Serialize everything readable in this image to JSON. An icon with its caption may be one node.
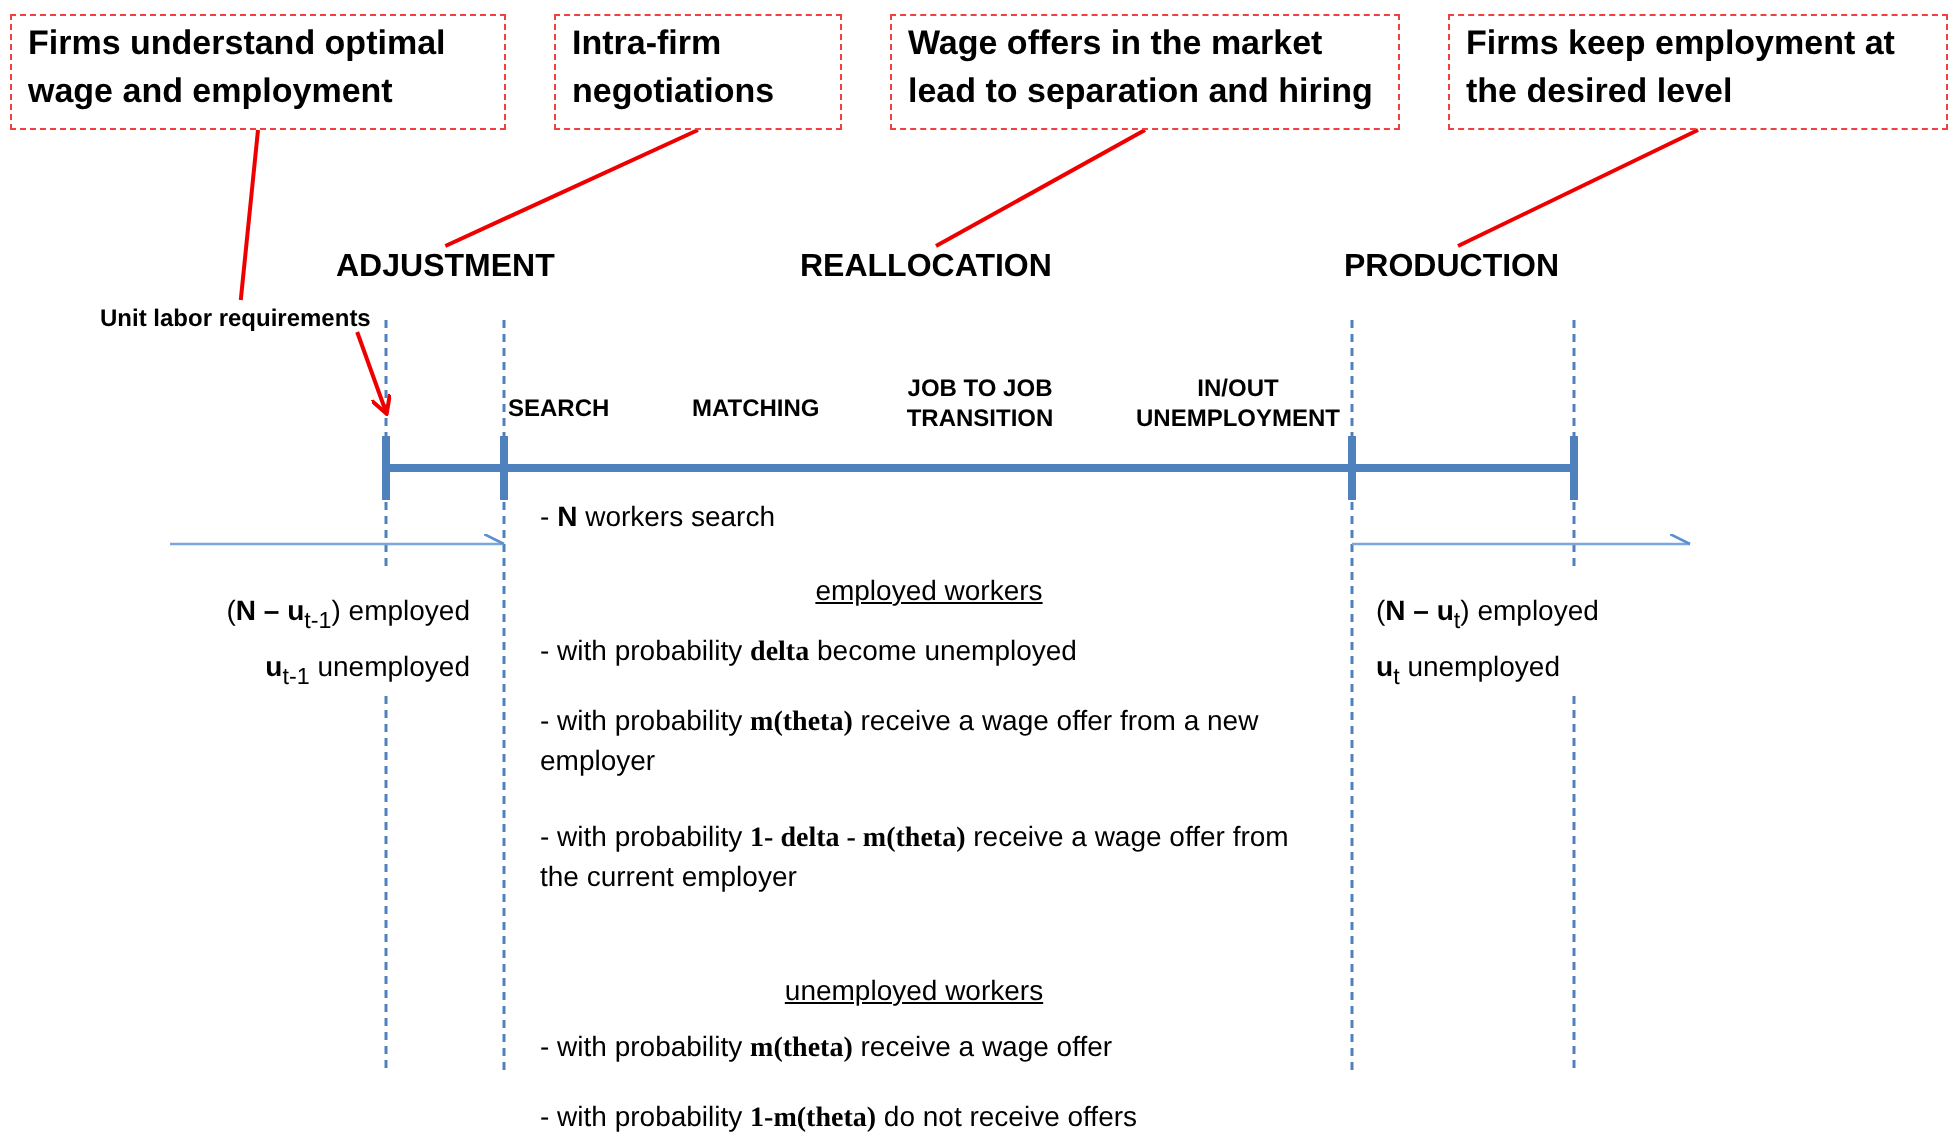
{
  "diagram": {
    "nodes": [
      {
        "text": [
          "Firms understand optimal wage and employment"
        ]
      },
      {
        "text": [
          "Intra-firm negotiations"
        ]
      },
      {
        "text": [
          "Wage offers in the market lead to separation and hiring"
        ]
      },
      {
        "text": [
          "Firms keep employment at the desired level"
        ]
      },
      {
        "text": [
          "ADJUSTMENT"
        ]
      },
      {
        "text": [
          "REALLOCATION"
        ]
      },
      {
        "text": [
          "PRODUCTION"
        ]
      },
      {
        "text": [
          "Unit labor requirements"
        ]
      }
    ],
    "edges": [
      {
        "from": 0,
        "to": 7,
        "arrow": "none"
      },
      {
        "from": 1,
        "to": 4,
        "arrow": "none"
      },
      {
        "from": 2,
        "to": 5,
        "arrow": "none"
      },
      {
        "from": 3,
        "to": 6,
        "arrow": "none"
      },
      {
        "from": 7,
        "to": null,
        "arrow": "to"
      }
    ],
    "labels": [
      "SEARCH",
      "MATCHING",
      "JOB TO JOB TRANSITION",
      "IN/OUT UNEMPLOYMENT",
      "- **N**  workers search",
      "(**N – u**$_{t-1}$) employed",
      "**u**$_{t-1}$ unemployed",
      "employed workers",
      "- with probability **delta** become unemployed",
      "- with probability **m(theta)** receive a wage offer from a  new employer",
      "- with probability **1- delta - m(theta)** receive a wage offer from the current employer",
      "unemployed workers",
      "- with probability **m(theta)** receive a wage offer",
      "- with probability **1-m(theta)** do not receive offers",
      "(**N – u**$_{t}$) employed",
      "**u**$_{t}$ unemployed"
    ]
  }
}
